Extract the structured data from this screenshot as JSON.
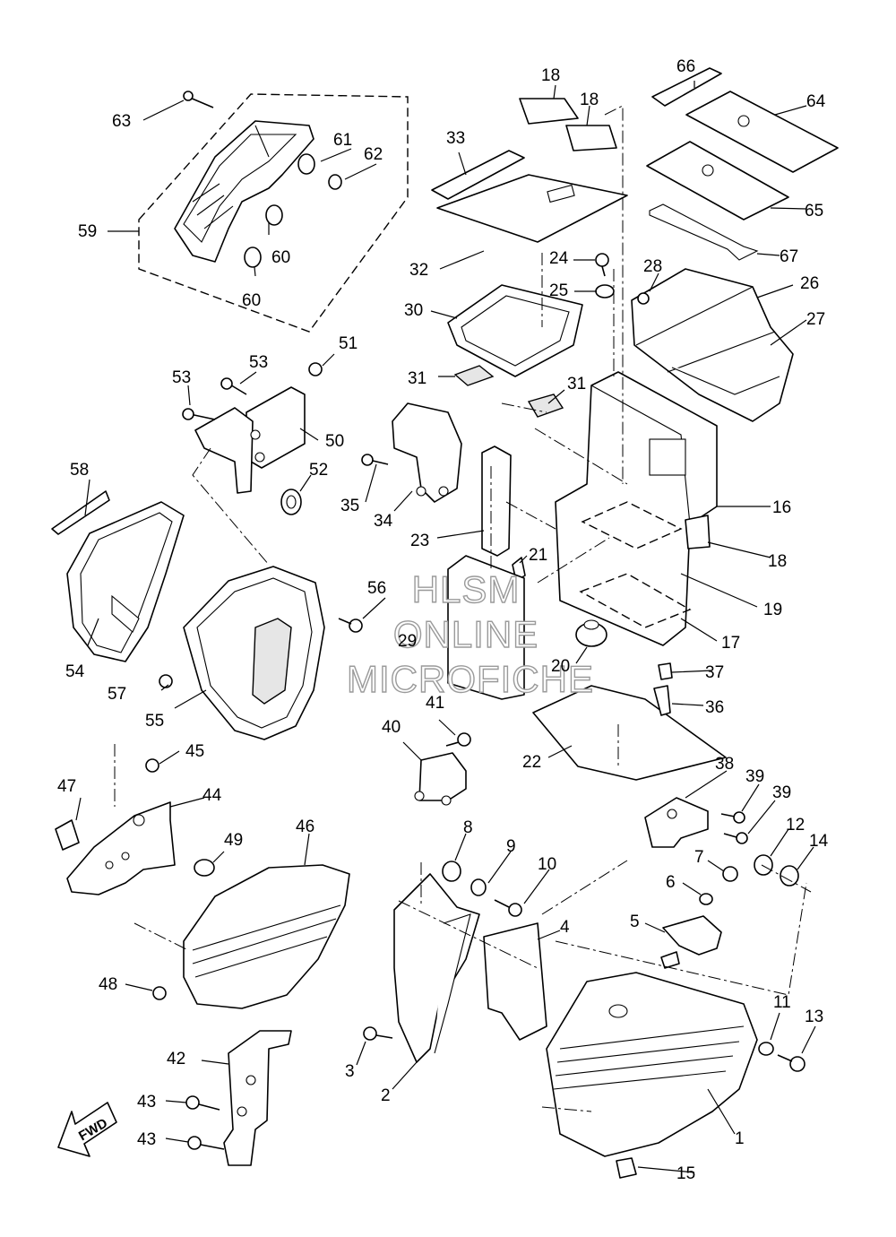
{
  "callouts": [
    {
      "n": "1"
    },
    {
      "n": "2"
    },
    {
      "n": "3"
    },
    {
      "n": "4"
    },
    {
      "n": "5"
    },
    {
      "n": "6"
    },
    {
      "n": "7"
    },
    {
      "n": "8"
    },
    {
      "n": "9"
    },
    {
      "n": "10"
    },
    {
      "n": "11"
    },
    {
      "n": "12"
    },
    {
      "n": "13"
    },
    {
      "n": "14"
    },
    {
      "n": "15"
    },
    {
      "n": "16"
    },
    {
      "n": "17"
    },
    {
      "n": "18"
    },
    {
      "n": "18"
    },
    {
      "n": "18"
    },
    {
      "n": "19"
    },
    {
      "n": "20"
    },
    {
      "n": "21"
    },
    {
      "n": "22"
    },
    {
      "n": "23"
    },
    {
      "n": "24"
    },
    {
      "n": "25"
    },
    {
      "n": "26"
    },
    {
      "n": "27"
    },
    {
      "n": "28"
    },
    {
      "n": "29"
    },
    {
      "n": "30"
    },
    {
      "n": "31"
    },
    {
      "n": "31"
    },
    {
      "n": "32"
    },
    {
      "n": "33"
    },
    {
      "n": "34"
    },
    {
      "n": "35"
    },
    {
      "n": "36"
    },
    {
      "n": "37"
    },
    {
      "n": "38"
    },
    {
      "n": "39"
    },
    {
      "n": "39"
    },
    {
      "n": "40"
    },
    {
      "n": "41"
    },
    {
      "n": "42"
    },
    {
      "n": "43"
    },
    {
      "n": "43"
    },
    {
      "n": "44"
    },
    {
      "n": "45"
    },
    {
      "n": "46"
    },
    {
      "n": "47"
    },
    {
      "n": "48"
    },
    {
      "n": "49"
    },
    {
      "n": "50"
    },
    {
      "n": "51"
    },
    {
      "n": "52"
    },
    {
      "n": "53"
    },
    {
      "n": "53"
    },
    {
      "n": "54"
    },
    {
      "n": "55"
    },
    {
      "n": "56"
    },
    {
      "n": "57"
    },
    {
      "n": "58"
    },
    {
      "n": "59"
    },
    {
      "n": "60"
    },
    {
      "n": "60"
    },
    {
      "n": "61"
    },
    {
      "n": "62"
    },
    {
      "n": "63"
    },
    {
      "n": "64"
    },
    {
      "n": "65"
    },
    {
      "n": "66"
    },
    {
      "n": "67"
    }
  ],
  "watermark": {
    "line1": "HLSM",
    "line2": "ONLINE",
    "line3": "MICROFICHE"
  },
  "direction_arrow": {
    "label": "FWD",
    "icon": "fwd-arrow-icon"
  }
}
